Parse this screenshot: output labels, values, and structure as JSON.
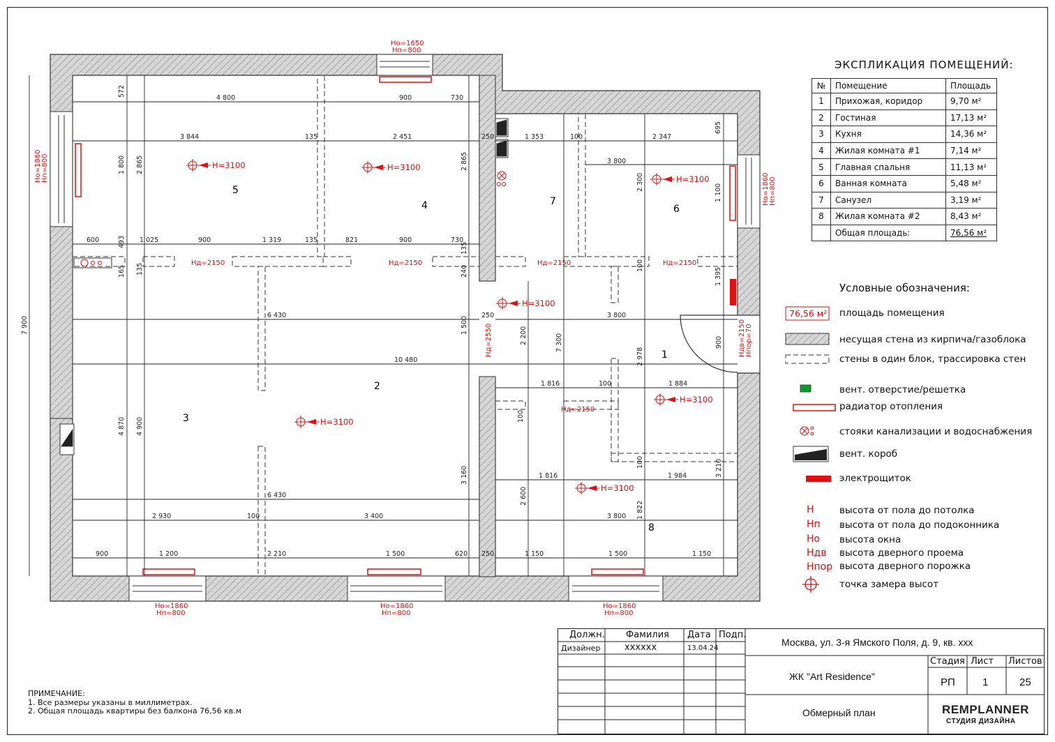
{
  "rooms": [
    {
      "num": "1",
      "name": "Прихожая, коридор",
      "area": "9,70 м²"
    },
    {
      "num": "2",
      "name": "Гостиная",
      "area": "17,13 м²"
    },
    {
      "num": "3",
      "name": "Кухня",
      "area": "14,36 м²"
    },
    {
      "num": "4",
      "name": "Жилая комната #1",
      "area": "7,14 м²"
    },
    {
      "num": "5",
      "name": "Главная спальня",
      "area": "11,13 м²"
    },
    {
      "num": "6",
      "name": "Ванная комната",
      "area": "5,48 м²"
    },
    {
      "num": "7",
      "name": "Санузел",
      "area": "3,19 м²"
    },
    {
      "num": "8",
      "name": "Жилая комната #2",
      "area": "8,43 м²"
    }
  ],
  "explication": {
    "title": "ЭКСПЛИКАЦИЯ ПОМЕЩЕНИЙ:",
    "col_num": "№",
    "col_room": "Помещение",
    "col_area": "Площадь",
    "total_label": "Общая площадь:",
    "total_area": "76,56 м²"
  },
  "legend": {
    "title": "Условные обозначения:",
    "area_sample": "76,56 м²",
    "items": {
      "area": "площадь помещения",
      "bearing_wall": "несущая стена из кирпича/газоблока",
      "partition": "стены в один блок, трассировка стен",
      "vent": "вент. отверстие/решетка",
      "radiator": "радиатор отопления",
      "risers": "стояки канализации и водоснабжения",
      "vent_box": "вент. короб",
      "panel": "электрощиток",
      "h": "высота от пола до потолка",
      "hp": "высота от пола до подоконника",
      "ho": "высота окна",
      "hdv": "высота дверного проема",
      "hpor": "высота дверного порожка",
      "point": "точка замера высот"
    },
    "sym_h": "H",
    "sym_hp": "Hп",
    "sym_ho": "Hо",
    "sym_hdv": "Hдв",
    "sym_hpor": "Hпор"
  },
  "plan": {
    "height_label": "H=3100",
    "window_top": [
      "Hо=1650",
      "Hп=800"
    ],
    "window_bottom": [
      "Hо=1860",
      "Hп=800"
    ],
    "window_left": [
      "Hо=1860",
      "Hп=800"
    ],
    "window_right": [
      "Hо=1860",
      "Hп=800"
    ],
    "door_heights": {
      "d1": "Hд=2150",
      "d2": "Hд=2550",
      "d3": "Hд=2150",
      "d4": "Hд=2150",
      "d5": "Hдв=2150",
      "d6": "Hпор=70"
    },
    "overall_height": "7 900",
    "dims": {
      "top1": "4 800",
      "top2": "900",
      "top3": "730",
      "top_left": "572",
      "row2": [
        "3 844",
        "135",
        "2 451",
        "250",
        "1 353",
        "100",
        "2 347",
        "695"
      ],
      "mid_v": [
        "1 800",
        "2 865",
        "2 865",
        "2 300",
        "1 100",
        "1 395"
      ],
      "row3": [
        "600",
        "493",
        "1 025",
        "900",
        "1 319",
        "135",
        "821",
        "900",
        "730",
        "135"
      ],
      "r6": "3 800",
      "v135": "135",
      "v165": "165",
      "v240": "240",
      "row_6430a": "6 430",
      "d250b": "250",
      "r3800b": "3 800",
      "v1500": "1 500",
      "v2200": "2 200",
      "v7300": "7 300",
      "v2978": "2 978",
      "v900": "900",
      "row_10480": "10 480",
      "row_1816": "1 816",
      "row_100": "100",
      "row_1884": "1 884",
      "v4870": "4 870",
      "v4900": "4 900",
      "v100a": "100",
      "v100b": "100",
      "v3160": "3 160",
      "v3210": "3 210",
      "row_1816b": "1 816",
      "row_1984": "1 984",
      "v2600": "2 600",
      "v1822": "1 822",
      "row_6430b": "6 430",
      "row_bottom1": [
        "2 930",
        "100",
        "3 400",
        "3 800"
      ],
      "row_bottom2": [
        "900",
        "1 200",
        "2 210",
        "1 500",
        "620",
        "250",
        "1 150",
        "1 500",
        "1 150"
      ]
    }
  },
  "notes": {
    "title": "ПРИМЕЧАНИЕ:",
    "line1": "1. Все размеры указаны в миллиметрах.",
    "line2": "2. Общая площадь квартиры без балкона 76,56 кв.м"
  },
  "stamp": {
    "h_post": "Должн.",
    "h_name": "Фамилия",
    "h_date": "Дата",
    "h_sign": "Подп.",
    "post": "Дизайнер",
    "name": "xxxxxx",
    "date": "13.04.24",
    "address": "Москва, ул. 3-я Ямского Поля, д. 9, кв. xxx",
    "complex": "ЖК \"Art Residence\"",
    "sheet_title": "Обмерный план",
    "h_stage": "Стадия",
    "h_sheet": "Лист",
    "h_sheets": "Листов",
    "stage": "РП",
    "sheet": "1",
    "sheets": "25",
    "logo": "REMPLANNER",
    "logo_sub": "СТУДИЯ ДИЗАЙНА"
  },
  "colors": {
    "accent": "#dd1111",
    "wall_fill": "#cfcfcf",
    "vent": "#0a9a2a"
  }
}
